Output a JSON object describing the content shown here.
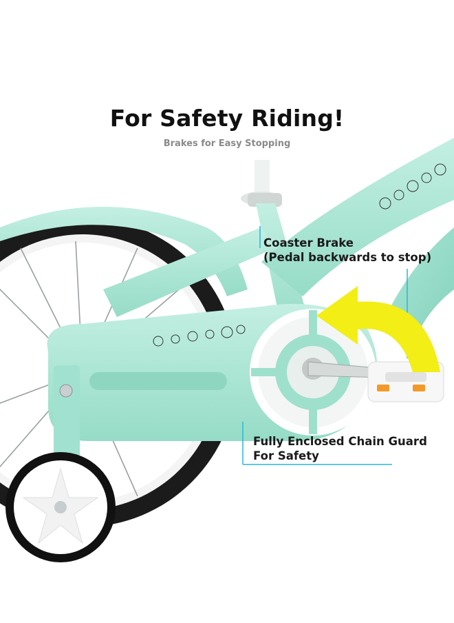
{
  "header": {
    "title": "For Safety Riding!",
    "subtitle": "Brakes for Easy Stopping"
  },
  "callouts": {
    "coaster_brake": {
      "line1": "Coaster Brake",
      "line2": "(Pedal backwards to stop)"
    },
    "chain_guard": {
      "line1": "Fully Enclosed Chain Guard",
      "line2": "For Safety"
    }
  },
  "colors": {
    "frame_mint": "#a8e6d4",
    "accent_cyan": "#29b6d6",
    "arrow_yellow": "#f2ee16",
    "tire_black": "#1b1b1b"
  },
  "icons": {
    "arrow": "curved-arrow-icon"
  }
}
